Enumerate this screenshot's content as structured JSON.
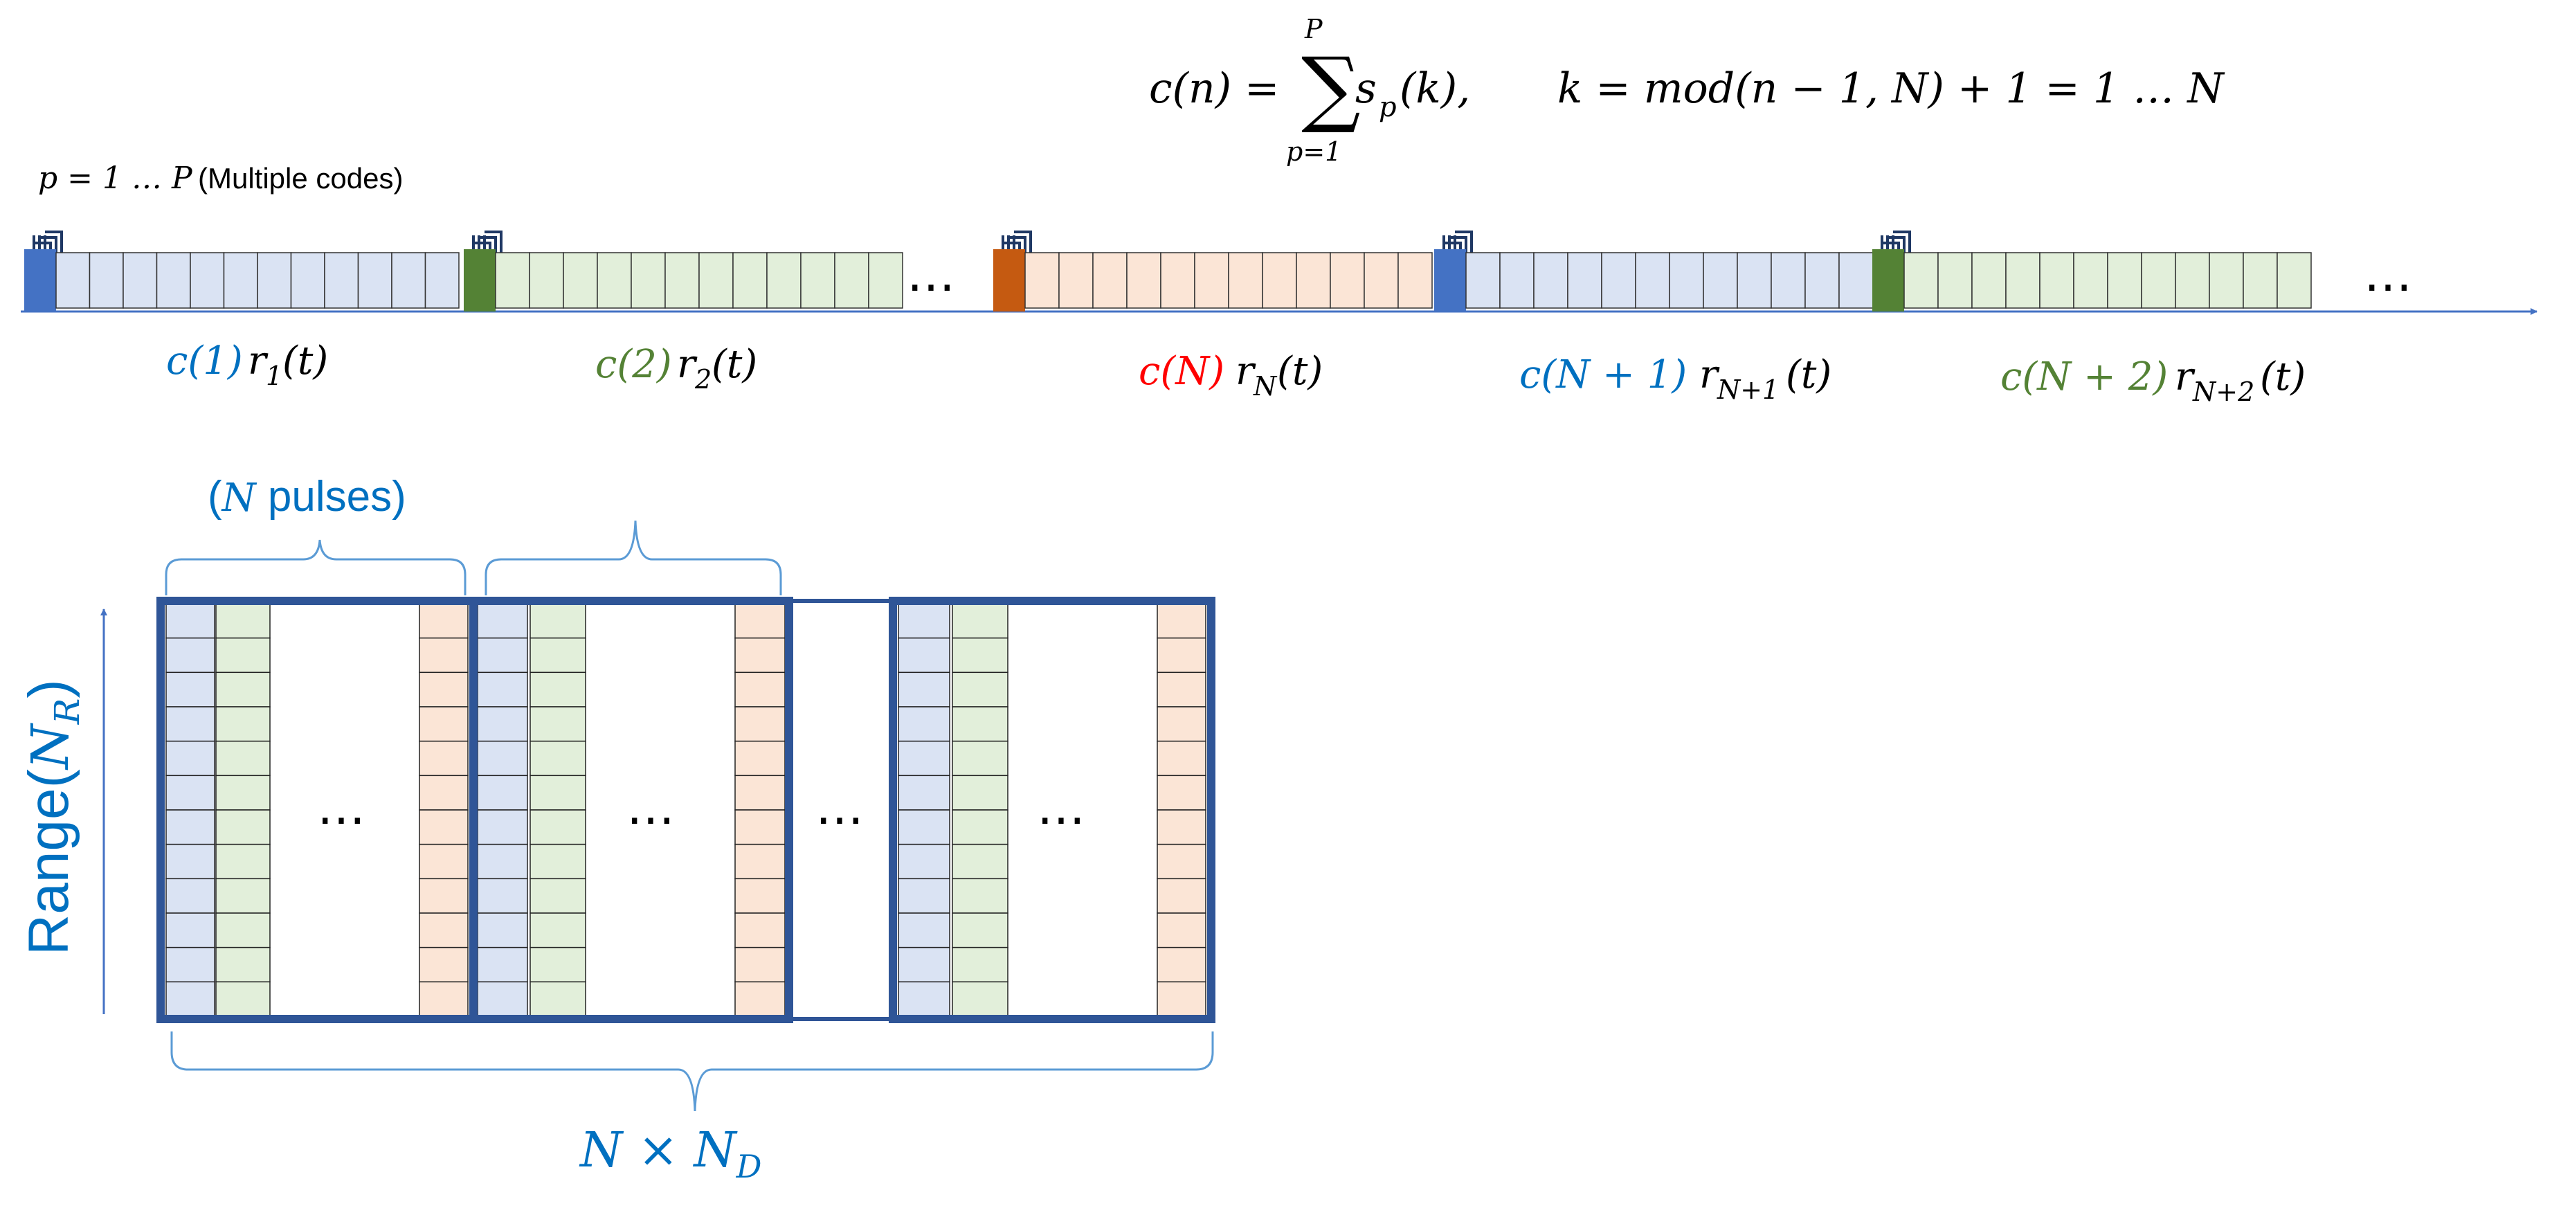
{
  "formula": {
    "lhs": "c(n) =",
    "sum_symbol": "∑",
    "sum_upper": "P",
    "sum_lower": "p=1",
    "summand": "s",
    "summand_sub": "p",
    "summand_arg": "(k),",
    "k_definition": "k = mod(n − 1, N) + 1 = 1 … N"
  },
  "multiple_codes_label": {
    "math": "p = 1 … P",
    "text": "(Multiple codes)"
  },
  "pulse_labels": [
    {
      "code": "c(1)",
      "ret": "r",
      "sub": "1",
      "arg": "(t)",
      "code_color": "blue"
    },
    {
      "code": "c(2)",
      "ret": "r",
      "sub": "2",
      "arg": "(t)",
      "code_color": "green"
    },
    {
      "code": "c(N)",
      "ret": "r",
      "sub": "N",
      "arg": "(t)",
      "code_color": "red"
    },
    {
      "code": "c(N + 1)",
      "ret": "r",
      "sub": "N+1",
      "arg": "(t)",
      "code_color": "blue"
    },
    {
      "code": "c(N + 2)",
      "ret": "r",
      "sub": "N+2",
      "arg": "(t)",
      "code_color": "green"
    }
  ],
  "ellipsis": "…",
  "matrix": {
    "brace_label": "(N pulses)",
    "brace_label_n": "N",
    "brace_label_rest": " pulses)",
    "brace_label_open": "(",
    "y_axis_label": "Range(",
    "y_axis_sym": "N",
    "y_axis_sub": "R",
    "y_axis_close": ")",
    "bottom_label_main": "N × N",
    "bottom_label_sub": "D"
  },
  "colors": {
    "blue_code": "#4472c4",
    "green_code": "#548235",
    "orange_code": "#c55a11",
    "blue_cell": "#dae3f3",
    "green_cell": "#e2efda",
    "orange_cell": "#fbe5d6",
    "frame": "#2f5597",
    "label_blue": "#0070c0",
    "label_green": "#548235",
    "label_red": "#ff0000",
    "brace": "#5b9bd5"
  }
}
